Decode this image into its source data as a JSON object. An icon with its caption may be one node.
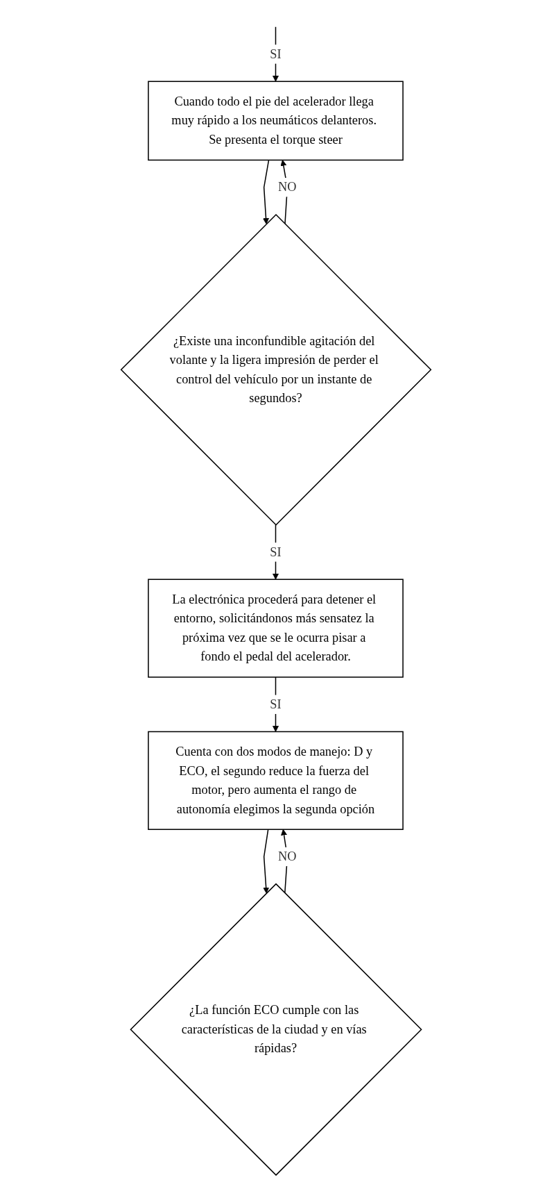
{
  "diagram": {
    "nodes": [
      {
        "text": [
          "Cuando todo el pie del acelerador llega muy rápido a los neumáticos delanteros. Se presenta el torque steer"
        ]
      },
      {
        "text": [
          "¿Existe una inconfundible agitación del volante y la ligera impresión de perder el control del vehículo por un instante de segundos?"
        ]
      },
      {
        "text": [
          "La electrónica procederá para detener el entorno, solicitándonos más sensatez la próxima vez que se le ocurra pisar a fondo el pedal del acelerador."
        ]
      },
      {
        "text": [
          "Cuenta con dos modos de manejo: D y ECO, el segundo reduce la fuerza del motor, pero aumenta el rango de autonomía elegimos la segunda opción"
        ]
      },
      {
        "text": [
          "¿La función ECO cumple con las características de la ciudad y en vías rápidas?"
        ]
      }
    ],
    "edges": [
      {
        "from": null,
        "to": 0,
        "arrow": "to",
        "label": "SI"
      },
      {
        "from": 0,
        "to": 1,
        "arrow": "to"
      },
      {
        "from": 1,
        "to": 0,
        "arrow": "to",
        "label": "NO"
      },
      {
        "from": 1,
        "to": 2,
        "arrow": "to",
        "label": "SI"
      },
      {
        "from": 2,
        "to": 3,
        "arrow": "to",
        "label": "SI"
      },
      {
        "from": 3,
        "to": 4,
        "arrow": "to"
      },
      {
        "from": 4,
        "to": 3,
        "arrow": "to",
        "label": "NO"
      }
    ]
  }
}
